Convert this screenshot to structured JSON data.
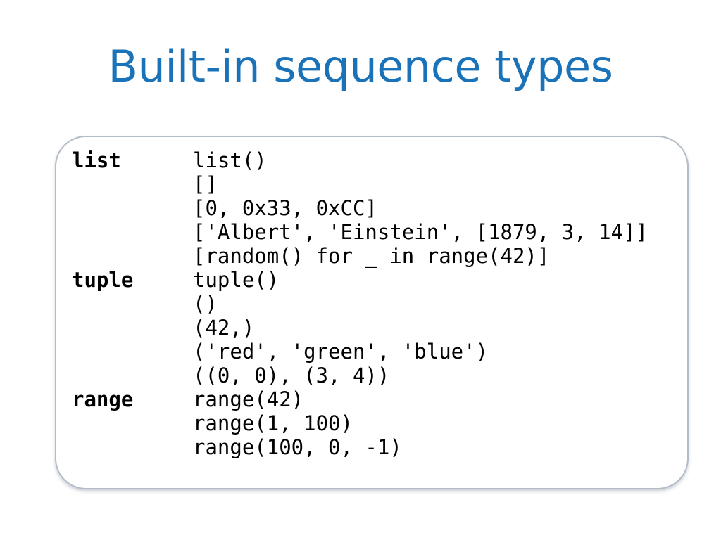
{
  "slide": {
    "title": "Built-in sequence types",
    "title_color": "#1a72b8",
    "background_color": "#ffffff",
    "panel": {
      "border_color": "#b4bcc8",
      "fill_color": "#ffffff",
      "text_color": "#000000"
    },
    "rows": [
      {
        "label": "list",
        "code": "list()"
      },
      {
        "label": "",
        "code": "[]"
      },
      {
        "label": "",
        "code": "[0, 0x33, 0xCC]"
      },
      {
        "label": "",
        "code": "['Albert', 'Einstein', [1879, 3, 14]]"
      },
      {
        "label": "",
        "code": "[random() for _ in range(42)]"
      },
      {
        "label": "tuple",
        "code": "tuple()"
      },
      {
        "label": "",
        "code": "()"
      },
      {
        "label": "",
        "code": "(42,)"
      },
      {
        "label": "",
        "code": "('red', 'green', 'blue')"
      },
      {
        "label": "",
        "code": "((0, 0), (3, 4))"
      },
      {
        "label": "range",
        "code": "range(42)"
      },
      {
        "label": "",
        "code": "range(1, 100)"
      },
      {
        "label": "",
        "code": "range(100, 0, -1)"
      }
    ]
  }
}
